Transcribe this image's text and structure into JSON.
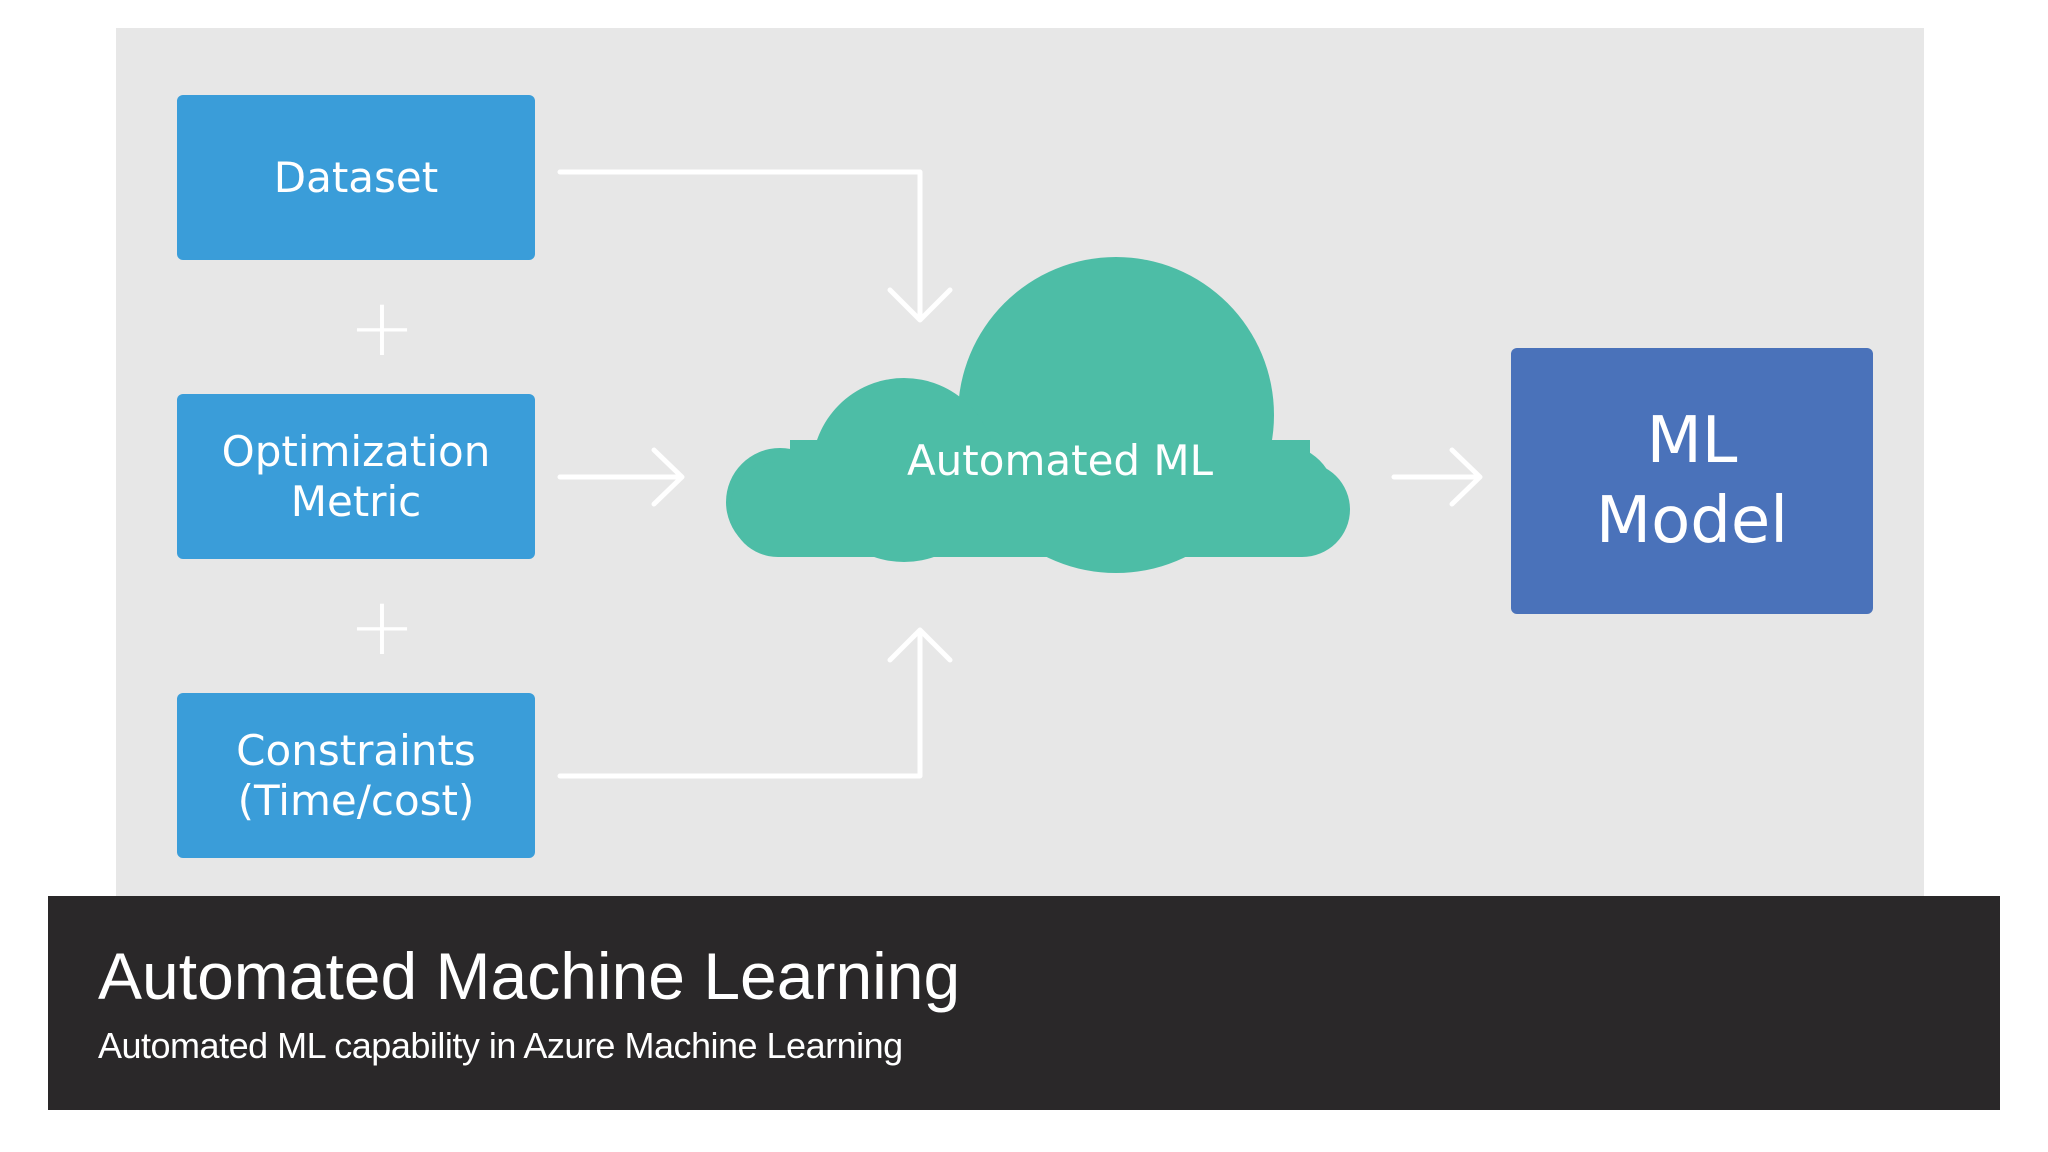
{
  "diagram": {
    "inputs": [
      {
        "label": "Dataset"
      },
      {
        "label": "Optimization\nMetric"
      },
      {
        "label": "Constraints\n(Time/cost)"
      }
    ],
    "plus_symbol": "+",
    "process": {
      "label": "Automated ML"
    },
    "output": {
      "label": "ML\nModel"
    }
  },
  "caption": {
    "title": "Automated Machine Learning",
    "subtitle": "Automated ML capability in Azure Machine Learning"
  },
  "colors": {
    "panel_background": "#e7e7e7",
    "input_box": "#3a9dd9",
    "cloud": "#4dbda6",
    "output_box": "#4a72ba",
    "arrow": "#ffffff",
    "caption_background": "#2a2829"
  }
}
